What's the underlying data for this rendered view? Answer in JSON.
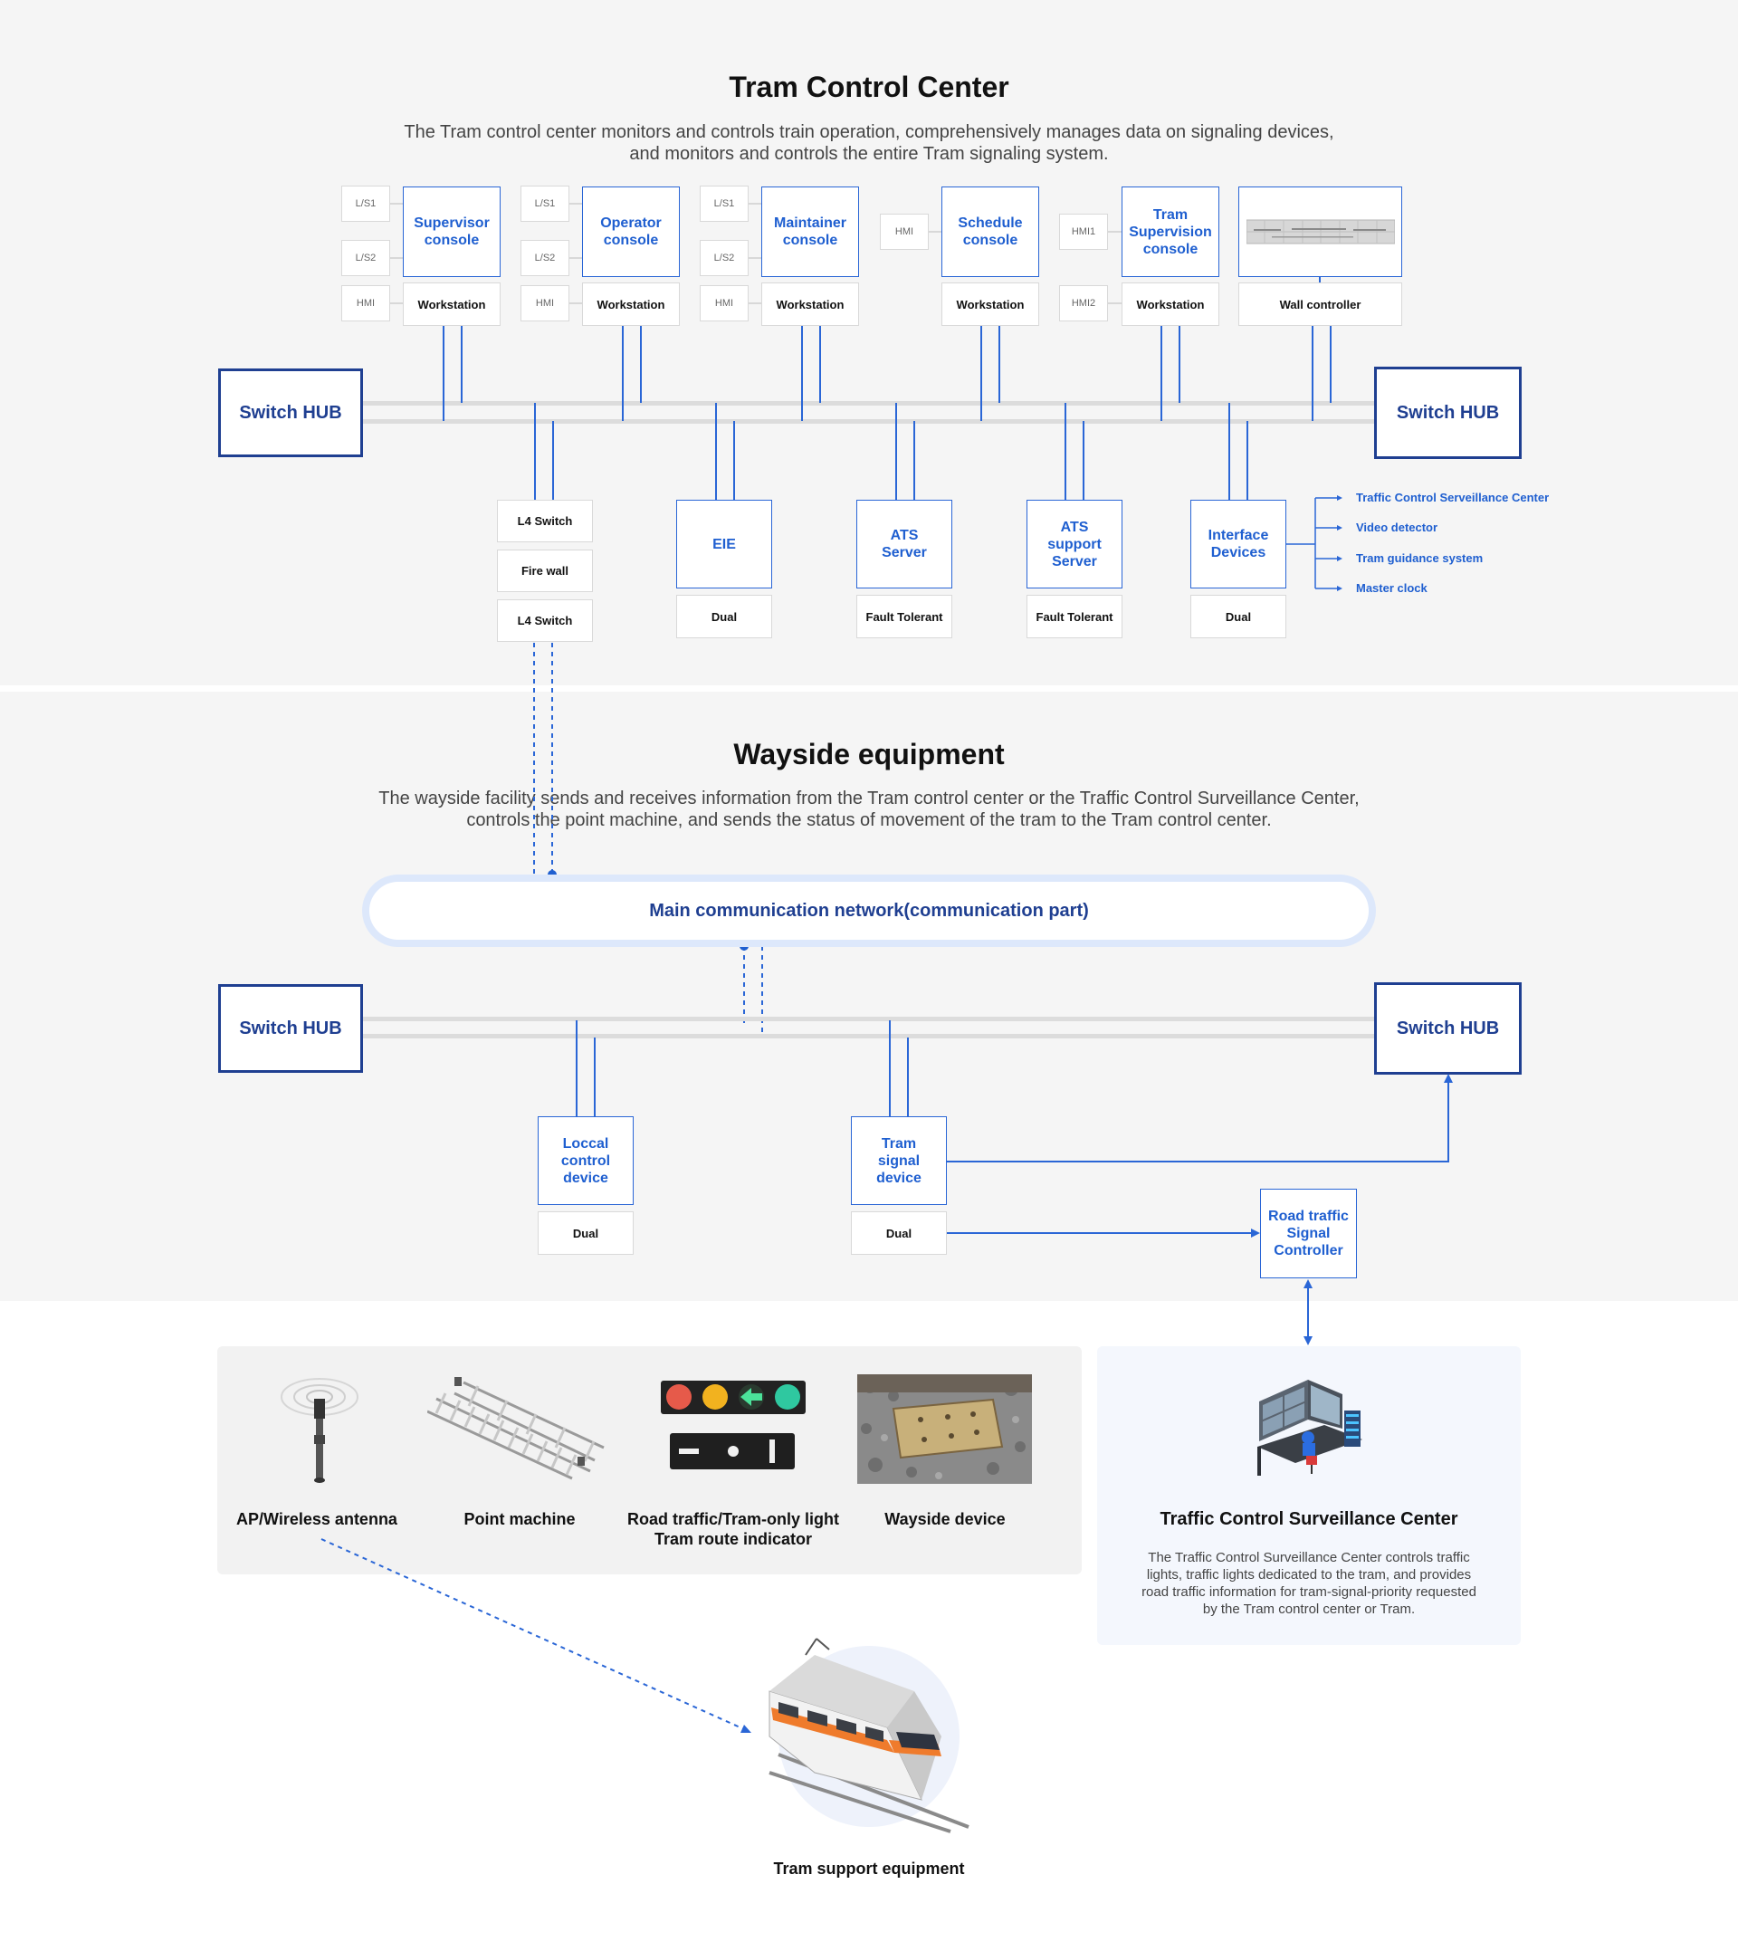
{
  "control_center": {
    "title": "Tram Control Center",
    "desc_line1": "The Tram control center monitors and controls train operation, comprehensively manages data on signaling devices,",
    "desc_line2": "and monitors and controls the entire Tram signaling system.",
    "consoles": [
      {
        "name": "Supervisor\nconsole",
        "base": "Workstation",
        "tags": [
          "L/S1",
          "L/S2",
          "HMI"
        ]
      },
      {
        "name": "Operator\nconsole",
        "base": "Workstation",
        "tags": [
          "L/S1",
          "L/S2",
          "HMI"
        ]
      },
      {
        "name": "Maintainer\nconsole",
        "base": "Workstation",
        "tags": [
          "L/S1",
          "L/S2",
          "HMI"
        ]
      },
      {
        "name": "Schedule\nconsole",
        "base": "Workstation",
        "tags": [
          "HMI"
        ]
      },
      {
        "name": "Tram\nSupervision\nconsole",
        "base": "Workstation",
        "tags": [
          "HMI1",
          "HMI2"
        ]
      },
      {
        "name": "",
        "base": "Wall controller",
        "tags": []
      }
    ],
    "hub_left": "Switch HUB",
    "hub_right": "Switch HUB",
    "security_stack": [
      "L4 Switch",
      "Fire wall",
      "L4 Switch"
    ],
    "servers": [
      {
        "name": "EIE",
        "base": "Dual"
      },
      {
        "name": "ATS\nServer",
        "base": "Fault Tolerant"
      },
      {
        "name": "ATS\nsupport\nServer",
        "base": "Fault Tolerant"
      },
      {
        "name": "Interface\nDevices",
        "base": "Dual"
      }
    ],
    "interface_targets": [
      "Traffic Control Serveillance Center",
      "Video detector",
      "Tram guidance system",
      "Master clock"
    ]
  },
  "wayside": {
    "title": "Wayside equipment",
    "desc_line1": "The wayside facility sends and receives information from the Tram control center or the Traffic Control Surveillance Center,",
    "desc_line2": "controls the point machine, and sends the status of movement of the tram to the Tram control center.",
    "network": "Main communication network(communication part)",
    "hub_left": "Switch HUB",
    "hub_right": "Switch HUB",
    "local_control": {
      "name": "Loccal\ncontrol\ndevice",
      "base": "Dual"
    },
    "tram_signal": {
      "name": "Tram\nsignal\ndevice",
      "base": "Dual"
    },
    "road_controller": "Road traffic\nSignal\nController"
  },
  "field": {
    "items": [
      {
        "label": "AP/Wireless antenna",
        "icon": "antenna-icon"
      },
      {
        "label": "Point machine",
        "icon": "point-machine-icon"
      },
      {
        "label": "Road traffic/Tram-only light\nTram route indicator",
        "icon": "traffic-light-icon"
      },
      {
        "label": "Wayside device",
        "icon": "wayside-device-icon"
      }
    ],
    "tcsc_title": "Traffic Control Surveillance Center",
    "tcsc_desc": "The Traffic Control Surveillance Center controls traffic\nlights, traffic lights dedicated to the tram, and provides\nroad traffic information for tram-signal-priority requested\nby the Tram control center or Tram.",
    "tram_label": "Tram support equipment"
  },
  "colors": {
    "accent": "#2a66d6",
    "hub": "#1f3f91",
    "band": "#f5f5f5"
  }
}
